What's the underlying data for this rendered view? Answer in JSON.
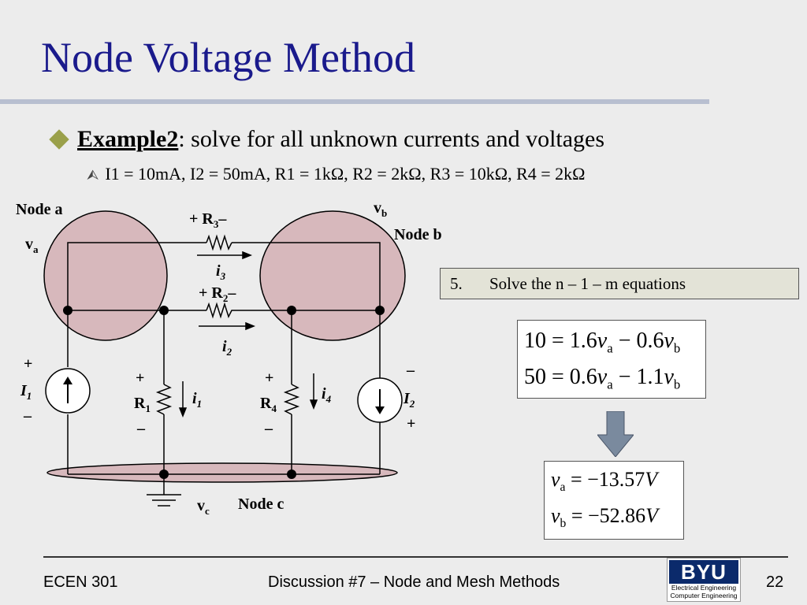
{
  "slide": {
    "title": "Node Voltage Method",
    "bullet": {
      "label": "Example2",
      "text": ": solve for all unknown currents and voltages"
    },
    "subbullet": "I1 = 10mA, I2 = 50mA, R1 = 1kΩ, R2 = 2kΩ, R3 = 10kΩ, R4 = 2kΩ"
  },
  "circuit": {
    "node_a": "Node a",
    "node_b": "Node b",
    "node_c": "Node c",
    "va": "v",
    "va_sub": "a",
    "vb": "v",
    "vb_sub": "b",
    "vc": "v",
    "vc_sub": "c",
    "r3": "+ R",
    "r3_sub": "3",
    "r3_minus": "–",
    "r2": "+ R",
    "r2_sub": "2",
    "r2_minus": "–",
    "i3": "i",
    "i3_sub": "3",
    "i2": "i",
    "i2_sub": "2",
    "r1": "R",
    "r1_sub": "1",
    "r4": "R",
    "r4_sub": "4",
    "i1": "i",
    "i1_sub": "1",
    "i4": "i",
    "i4_sub": "4",
    "I1": "I",
    "I1_sub": "1",
    "I2": "I",
    "I2_sub": "2",
    "plus": "+",
    "minus": "–"
  },
  "steps": {
    "num": "5.",
    "text": "Solve the n – 1 – m equations"
  },
  "equations": {
    "eq1": [
      "10 = 1.6",
      "v",
      "a",
      " − 0.6",
      "v",
      "b"
    ],
    "eq2": [
      "50 = 0.6",
      "v",
      "a",
      " − 1.1",
      "v",
      "b"
    ]
  },
  "answers": {
    "a1": [
      "v",
      "a",
      " = −13.57",
      "V"
    ],
    "a2": [
      "v",
      "b",
      " = −52.86",
      "V"
    ]
  },
  "footer": {
    "course": "ECEN 301",
    "topic": "Discussion #7 – Node and Mesh Methods",
    "page": "22",
    "logo_text": "BYU",
    "logo_sub1": "Electrical Engineering",
    "logo_sub2": "Computer Engineering"
  },
  "colors": {
    "title": "#1a1a8c",
    "node_fill": "#d7b8bc",
    "bullet": "#9aa04a"
  }
}
